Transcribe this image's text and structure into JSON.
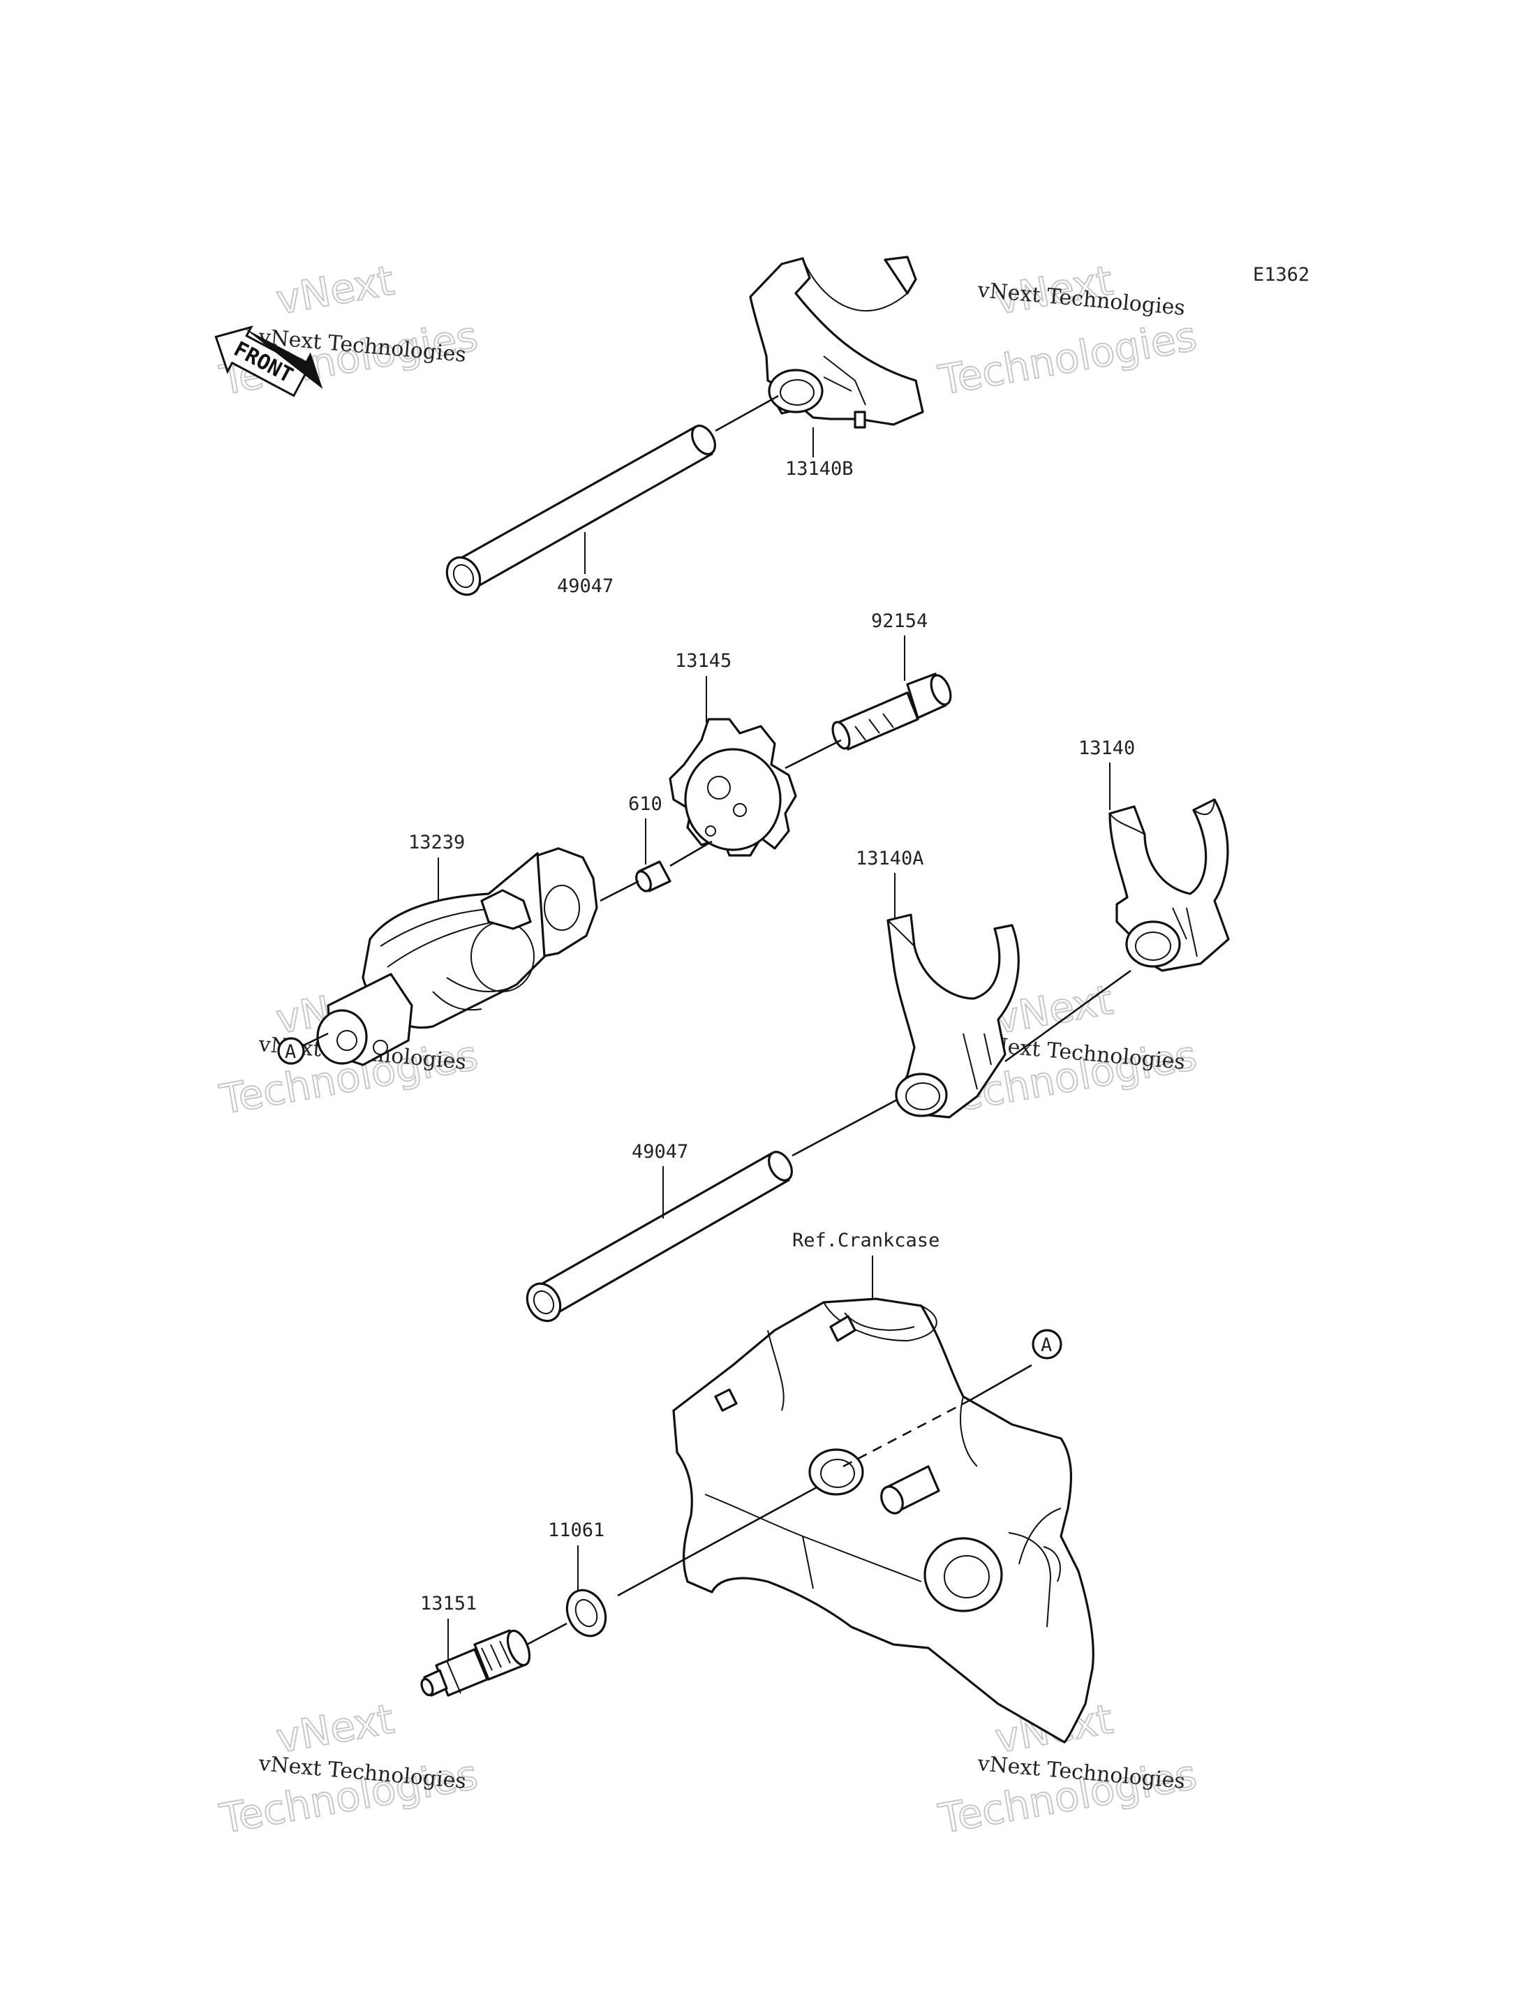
{
  "diagram_code": "E1362",
  "front_label": "FRONT",
  "ref_label": "Ref.Crankcase",
  "marker_letter": "A",
  "watermark": {
    "line1": "vNext Technologies",
    "line2a": "vNext",
    "line2b": "Technologies"
  },
  "parts": {
    "fork_b": "13140B",
    "shaft_upper": "49047",
    "bolt": "92154",
    "star_plate": "13145",
    "pin": "610",
    "fork": "13140",
    "fork_a": "13140A",
    "drum": "13239",
    "shaft_lower": "49047",
    "washer": "11061",
    "switch": "13151"
  }
}
